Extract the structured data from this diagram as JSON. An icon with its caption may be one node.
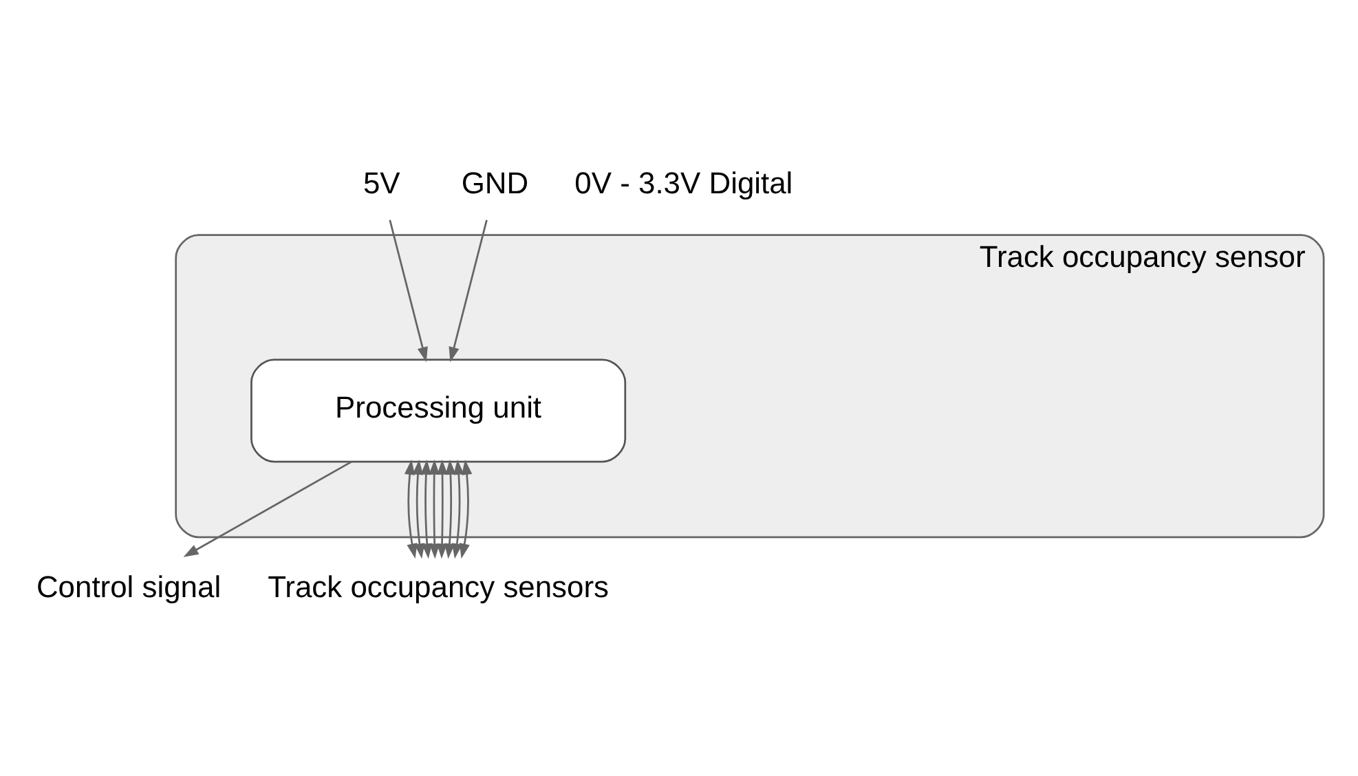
{
  "diagram": {
    "nodes": [
      {
        "text": [
          "Track occupancy sensor"
        ]
      },
      {
        "text": [
          "Processing unit"
        ],
        "in": 0
      },
      {
        "text": [
          "5V"
        ]
      },
      {
        "text": [
          "GND"
        ]
      },
      {
        "text": [
          "Control signal"
        ]
      },
      {
        "text": [
          "Track occupancy sensors"
        ]
      }
    ],
    "edges": [
      {
        "from": 2,
        "to": 1,
        "arrow": "to"
      },
      {
        "from": 3,
        "to": 1,
        "arrow": "to"
      },
      {
        "from": 1,
        "to": 4,
        "arrow": "to"
      },
      {
        "from": 1,
        "to": 5,
        "arrow": "both"
      },
      {
        "from": 1,
        "to": 5,
        "arrow": "both"
      },
      {
        "from": 1,
        "to": 5,
        "arrow": "both"
      },
      {
        "from": 1,
        "to": 5,
        "arrow": "both"
      },
      {
        "from": 1,
        "to": 5,
        "arrow": "both"
      },
      {
        "from": 1,
        "to": 5,
        "arrow": "both"
      },
      {
        "from": 1,
        "to": 5,
        "arrow": "both"
      },
      {
        "from": 1,
        "to": 5,
        "arrow": "both"
      }
    ],
    "labels": [
      "0V - 3.3V Digital"
    ]
  }
}
